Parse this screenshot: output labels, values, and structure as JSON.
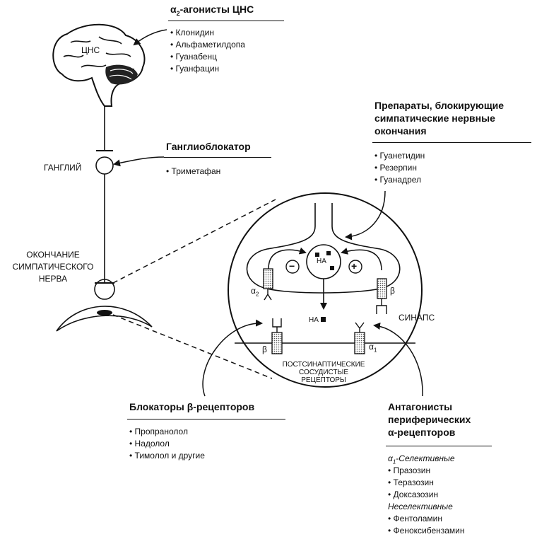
{
  "cns_agonists": {
    "title_prefix": "α",
    "title_sub": "2",
    "title_rest": "-агонисты ЦНС",
    "items": [
      "• Клонидин",
      "• Альфаметилдопа",
      "• Гуанабенц",
      "• Гуанфацин"
    ]
  },
  "brain_label": "ЦНС",
  "ganglion_label": "ГАНГЛИЙ",
  "ganglion_blocker": {
    "title": "Ганглиоблокатор",
    "items": [
      "• Триметафан"
    ]
  },
  "nerve_ending_label": [
    "ОКОНЧАНИЕ",
    "СИМПАТИЧЕСКОГО",
    "НЕРВА"
  ],
  "sympathetic_blockers": {
    "title": [
      "Препараты, блокирующие",
      "симпатические нервные",
      "окончания"
    ],
    "items": [
      "• Гуанетидин",
      "• Резерпин",
      "• Гуанадрел"
    ]
  },
  "synapse": {
    "na_label": "НА",
    "na_released": "НА",
    "minus": "−",
    "plus": "+",
    "alpha2_prefix": "α",
    "alpha2_sub": "2",
    "beta_pre": "β",
    "synapse_label": "СИНАПС",
    "beta_post": "β",
    "alpha1_prefix": "α",
    "alpha1_sub": "1",
    "postsynaptic": [
      "ПОСТСИНАПТИЧЕСКИЕ",
      "СОСУДИСТЫЕ",
      "РЕЦЕПТОРЫ"
    ]
  },
  "beta_blockers": {
    "title_a": "Блокаторы ",
    "title_b": "β-рецепторов",
    "items": [
      "• Пропранолол",
      "• Надолол",
      "• Тимолол и другие"
    ]
  },
  "alpha_antagonists": {
    "title": [
      "Антагонисты",
      "периферических",
      "α-рецепторов"
    ],
    "selective_prefix": "α",
    "selective_sub": "1",
    "selective_rest": "-Селективные",
    "selective_items": [
      "• Празозин",
      "• Теразозин",
      "• Доксазозин"
    ],
    "nonselective_title": "Неселективные",
    "nonselective_items": [
      "• Фентоламин",
      "• Феноксибензамин"
    ]
  }
}
